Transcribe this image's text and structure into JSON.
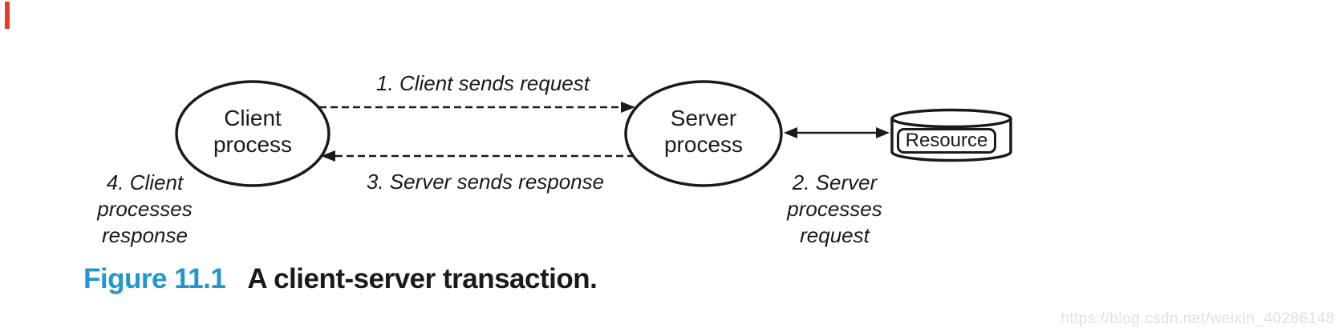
{
  "figure": {
    "nodes": {
      "client": {
        "line1": "Client",
        "line2": "process"
      },
      "server": {
        "line1": "Server",
        "line2": "process"
      },
      "resource": {
        "label": "Resource"
      }
    },
    "steps": {
      "step1": "1. Client sends request",
      "step3": "3. Server sends response",
      "step2_lines": [
        "2. Server",
        "processes",
        "request"
      ],
      "step4_lines": [
        "4. Client",
        "processes",
        "response"
      ]
    }
  },
  "caption": {
    "number": "Figure 11.1",
    "title": "A client-server transaction."
  },
  "watermark": "https://blog.csdn.net/weixin_40286148",
  "colors": {
    "ink": "#1a1a1a",
    "caption_blue": "#2097cf",
    "watermark_gray": "#e0e0e0",
    "corner_mark_red": "#e8392a"
  }
}
